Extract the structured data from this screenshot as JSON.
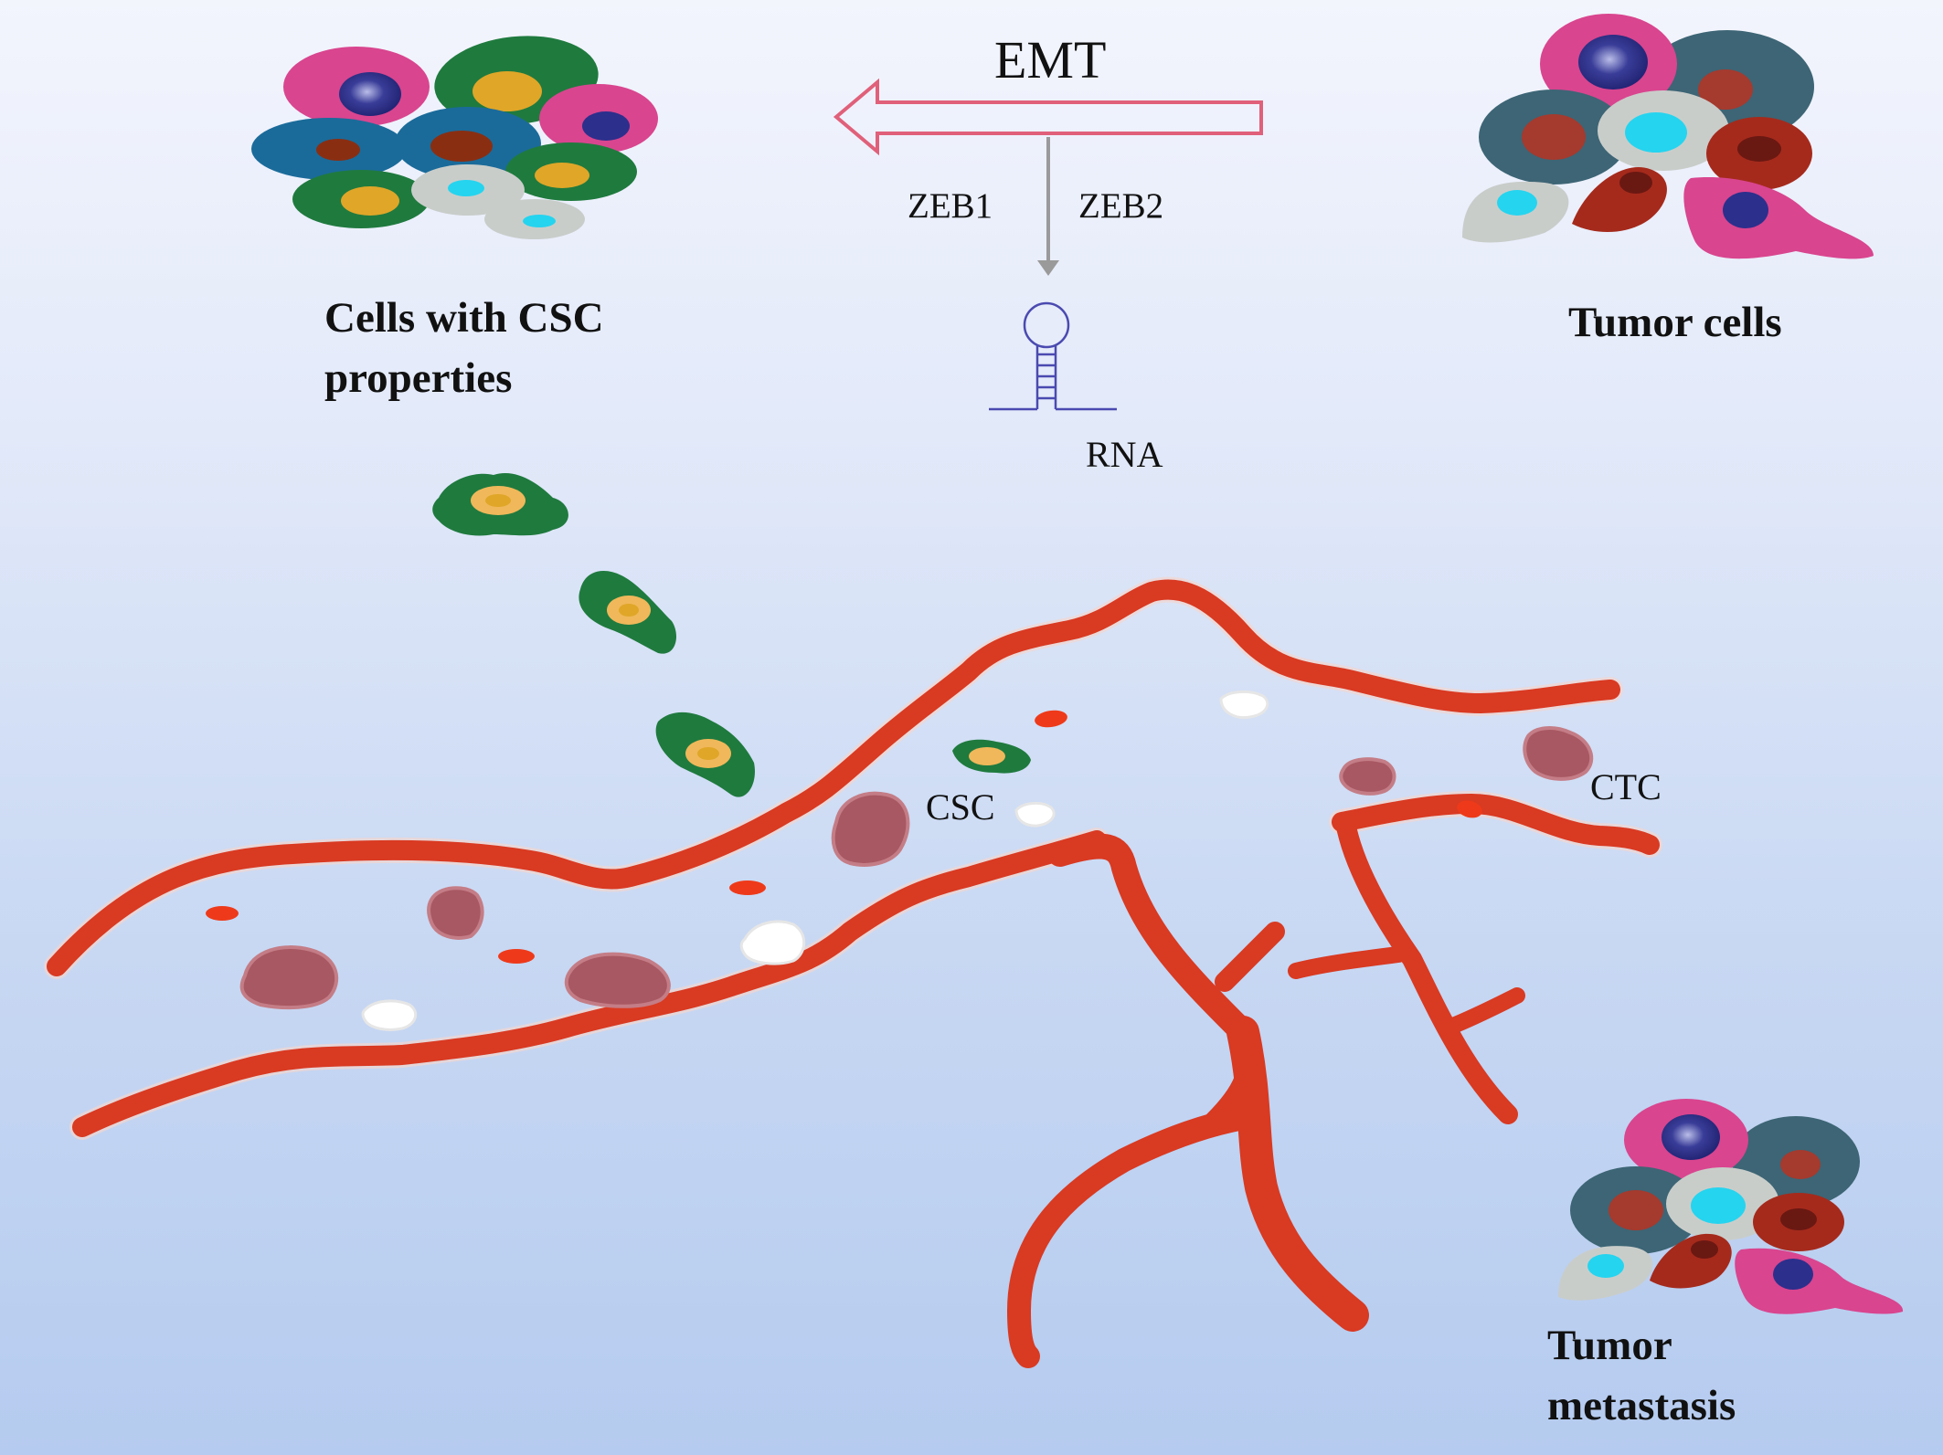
{
  "labels": {
    "emt": "EMT",
    "zeb1": "ZEB1",
    "zeb2": "ZEB2",
    "rna": "RNA",
    "csc_group_line1": "Cells with CSC",
    "csc_group_line2": "properties",
    "tumor_cells": "Tumor cells",
    "csc": "CSC",
    "ctc": "CTC",
    "metastasis_line1": "Tumor",
    "metastasis_line2": "metastasis"
  },
  "colors": {
    "vessel": "#d93a22",
    "emt_arrow": "#e0607a",
    "pathway_arrow": "#9a9a9a",
    "rna_hairpin": "#4a4ab0",
    "csc_cell": "#1f7a3e",
    "csc_nucleus": "#e0a628",
    "ctc_cell": "#a85862",
    "red_blood_cell": "#ee3a1a",
    "white_cell": "#ffffff",
    "pink_cell": "#d9458f",
    "teal_cell": "#3d6575",
    "blue_cell": "#1a6b9a",
    "grey_cell": "#c9cdca",
    "maroon_cell": "#a52a1c",
    "cyan_nucleus": "#25d4ef",
    "navy_nucleus": "#2c2f8c"
  },
  "icons": [
    "emt-arrow-icon",
    "rna-hairpin-icon",
    "blood-vessel-icon",
    "csc-cell-icon",
    "ctc-cell-icon",
    "tumor-cluster-icon"
  ]
}
